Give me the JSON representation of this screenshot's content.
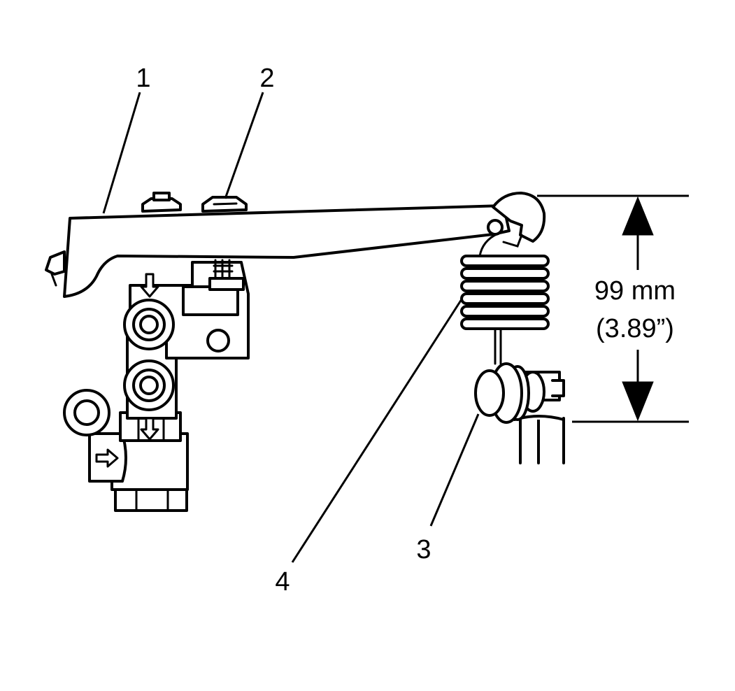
{
  "callouts": [
    {
      "id": "1",
      "text": "1"
    },
    {
      "id": "2",
      "text": "2"
    },
    {
      "id": "3",
      "text": "3"
    },
    {
      "id": "4",
      "text": "4"
    }
  ],
  "dimension": {
    "metric": "99 mm",
    "imperial": "(3.89”)"
  },
  "colors": {
    "ink": "#000000",
    "paper": "#ffffff"
  }
}
